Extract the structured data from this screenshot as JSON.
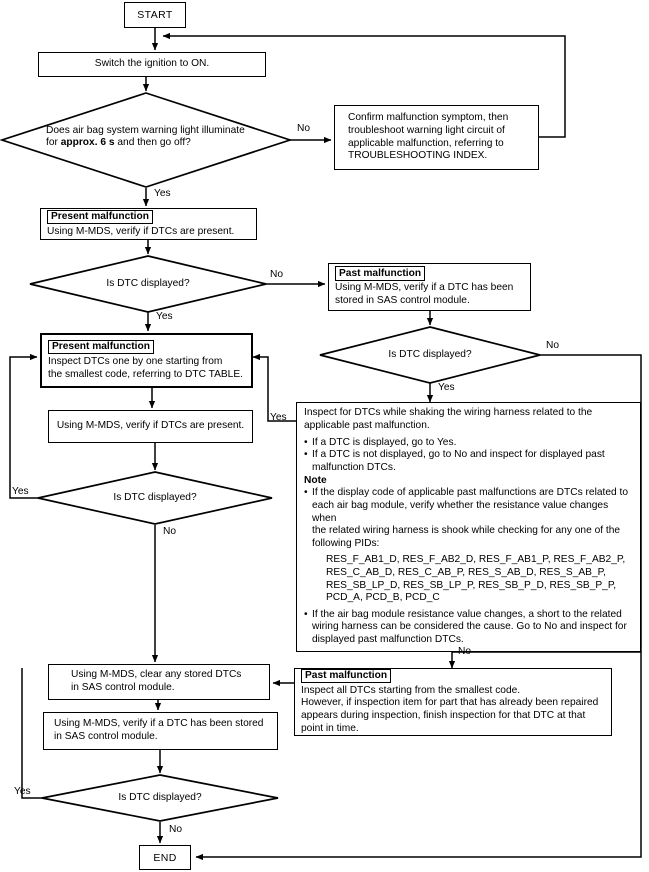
{
  "title": "Air bag system DTC troubleshooting flowchart",
  "nodes": {
    "start": {
      "label": "START"
    },
    "end": {
      "label": "END"
    },
    "switch_ignition": {
      "text": "Switch the ignition to ON."
    },
    "warning_light_decision": {
      "line1": "Does air bag system warning light illuminate",
      "line2_pre": "for ",
      "line2_bold": "approx. 6 s",
      "line2_post": " and then go off?"
    },
    "confirm_malfunction": {
      "line1": "Confirm malfunction symptom, then",
      "line2": "troubleshoot warning light circuit of",
      "line3": "applicable malfunction, referring to",
      "line4": "TROUBLESHOOTING INDEX."
    },
    "present_malfunction_verify": {
      "tag": "Present malfunction",
      "line1": "Using M-MDS, verify if DTCs are present."
    },
    "decision_dtc_1": {
      "text": "Is DTC displayed?"
    },
    "past_malfunction_verify": {
      "tag": "Past malfunction",
      "line1": "Using M-MDS, verify if a DTC has been",
      "line2": "stored in SAS control module."
    },
    "decision_dtc_2": {
      "text": "Is DTC displayed?"
    },
    "present_malfunction_inspect": {
      "tag": "Present malfunction",
      "line1": "Inspect DTCs one by one starting from",
      "line2": "the smallest code, referring to DTC TABLE."
    },
    "verify_dtcs_present": {
      "text": "Using M-MDS, verify if DTCs are present."
    },
    "decision_dtc_3": {
      "text": "Is DTC displayed?"
    },
    "shake_harness": {
      "para1_line1": "Inspect for DTCs while shaking the wiring harness related to the",
      "para1_line2": "applicable past malfunction.",
      "bullet1": "If a DTC is displayed, go to Yes.",
      "bullet2_line1": "If a DTC is not displayed, go to No and inspect for displayed past",
      "bullet2_line2": "malfunction DTCs.",
      "note_heading": "Note",
      "note_bullet1_line1": "If the display code of applicable past malfunctions are DTCs related to",
      "note_bullet1_line2": "each air bag module, verify whether the resistance value changes when",
      "note_bullet1_line3": "the related wiring harness is shook while checking for any one of the",
      "note_bullet1_line4": "following PIDs:",
      "pids_line1": "RES_F_AB1_D, RES_F_AB2_D, RES_F_AB1_P, RES_F_AB2_P,",
      "pids_line2": "RES_C_AB_D, RES_C_AB_P, RES_S_AB_D, RES_S_AB_P,",
      "pids_line3": "RES_SB_LP_D, RES_SB_LP_P, RES_SB_P_D, RES_SB_P_P,",
      "pids_line4": "PCD_A, PCD_B, PCD_C",
      "note_bullet2_line1": "If the air bag module resistance value changes, a short to the related",
      "note_bullet2_line2": "wiring harness can be considered the cause. Go to No and inspect for",
      "note_bullet2_line3": "displayed past malfunction DTCs."
    },
    "clear_dtcs": {
      "line1": "Using M-MDS, clear any stored DTCs",
      "line2": "in SAS control module."
    },
    "verify_stored": {
      "line1": "Using M-MDS, verify if a DTC has been stored",
      "line2": "in SAS control module."
    },
    "decision_dtc_4": {
      "text": "Is DTC displayed?"
    },
    "past_malfunction_inspect": {
      "tag": "Past malfunction",
      "line1": "Inspect all DTCs starting from the smallest code.",
      "line2": "However, if inspection item for part that has already been repaired",
      "line3": "appears during inspection, finish inspection for that DTC at that",
      "line4": "point in time."
    }
  },
  "edge_labels": {
    "no_warning_light": "No",
    "yes_warning_light": "Yes",
    "no_dtc_1": "No",
    "yes_dtc_1": "Yes",
    "no_dtc_2": "No",
    "yes_dtc_2": "Yes",
    "yes_shake_back": "Yes",
    "yes_dtc_3": "Yes",
    "no_dtc_3": "No",
    "no_shake_down": "No",
    "yes_dtc_4": "Yes",
    "no_dtc_4": "No"
  },
  "colors": {
    "stroke": "#000000",
    "background": "#ffffff",
    "text": "#000000"
  }
}
